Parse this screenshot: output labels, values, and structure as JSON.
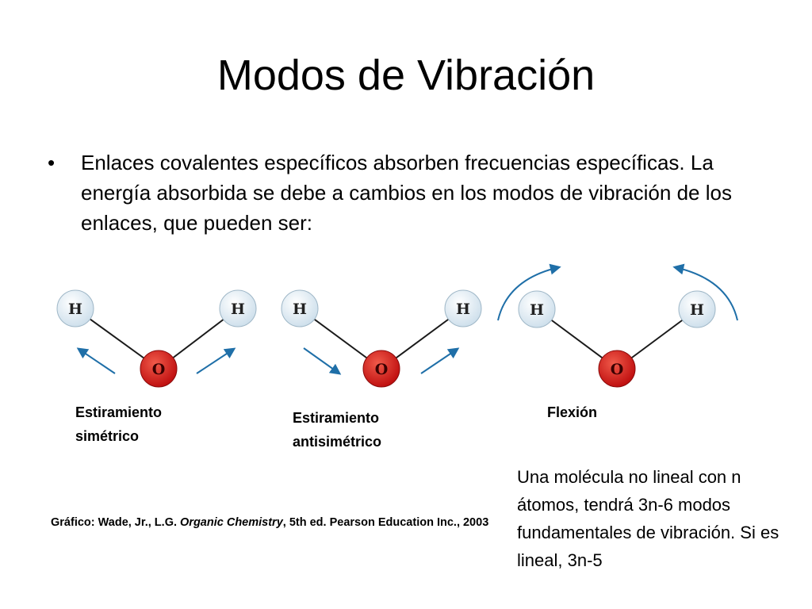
{
  "slide": {
    "title": "Modos de Vibración",
    "bullet_marker": "•",
    "bullet_text": "Enlaces covalentes específicos absorben frecuencias específicas.  La energía absorbida se debe a cambios en los modos de vibración de los enlaces, que pueden ser:"
  },
  "diagrams": {
    "atom_h": "H",
    "atom_o": "O",
    "colors": {
      "hydrogen_fill": "#e6f0f6",
      "oxygen_fill": "#d41f1f",
      "arrow": "#1f6fa8",
      "bond": "#1a1a1a"
    }
  },
  "labels": {
    "symmetric_line1": "Estiramiento",
    "symmetric_line2": "simétrico",
    "antisymmetric_line1": "Estiramiento",
    "antisymmetric_line2": "antisimétrico",
    "bending": "Flexión"
  },
  "note": {
    "text": "Una molécula no lineal con n átomos, tendrá 3n-6 modos fundamentales de vibración. Si es lineal, 3n-5"
  },
  "credit": {
    "prefix": "Gráfico: Wade, Jr., L.G. ",
    "book_title": "Organic Chemistry",
    "suffix": ", 5th ed. Pearson Education Inc., 2003"
  }
}
